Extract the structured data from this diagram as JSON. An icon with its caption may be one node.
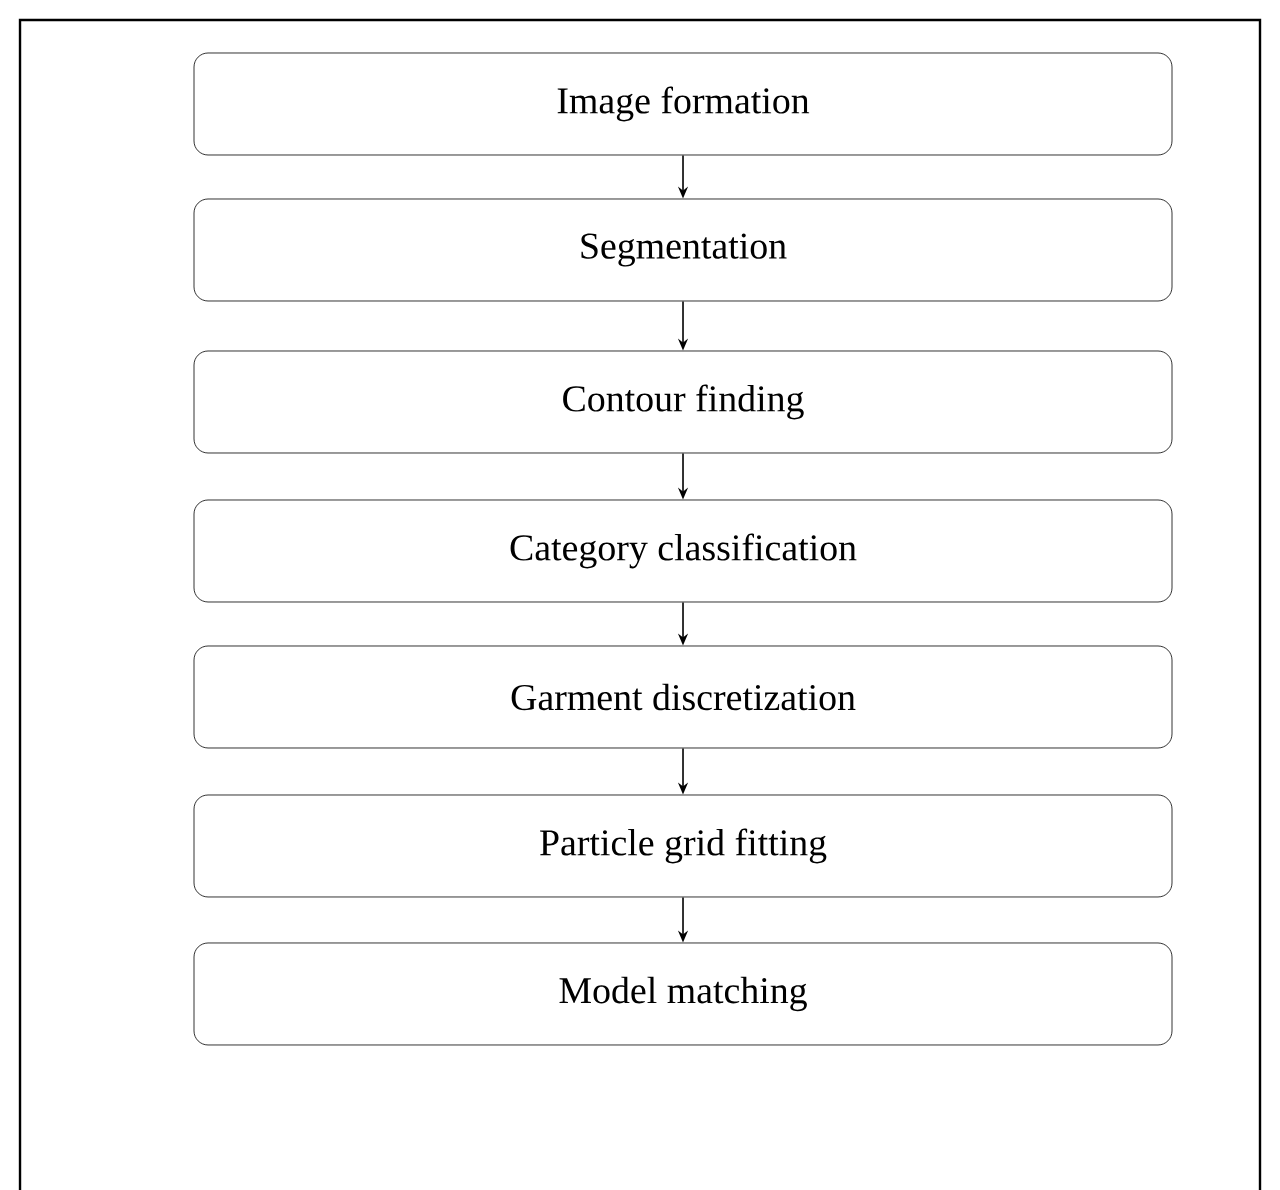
{
  "diagram": {
    "nodes": [
      {
        "text": [
          "Image formation"
        ]
      },
      {
        "text": [
          "Segmentation"
        ]
      },
      {
        "text": [
          "Contour finding"
        ]
      },
      {
        "text": [
          "Category classification"
        ]
      },
      {
        "text": [
          "Garment discretization"
        ]
      },
      {
        "text": [
          "Particle grid fitting"
        ]
      },
      {
        "text": [
          "Model matching"
        ]
      }
    ],
    "edges": [
      {
        "from": 0,
        "to": 1,
        "arrow": "to"
      },
      {
        "from": 1,
        "to": 2,
        "arrow": "to"
      },
      {
        "from": 2,
        "to": 3,
        "arrow": "to"
      },
      {
        "from": 3,
        "to": 4,
        "arrow": "to"
      },
      {
        "from": 4,
        "to": 5,
        "arrow": "to"
      },
      {
        "from": 5,
        "to": 6,
        "arrow": "to"
      }
    ]
  }
}
